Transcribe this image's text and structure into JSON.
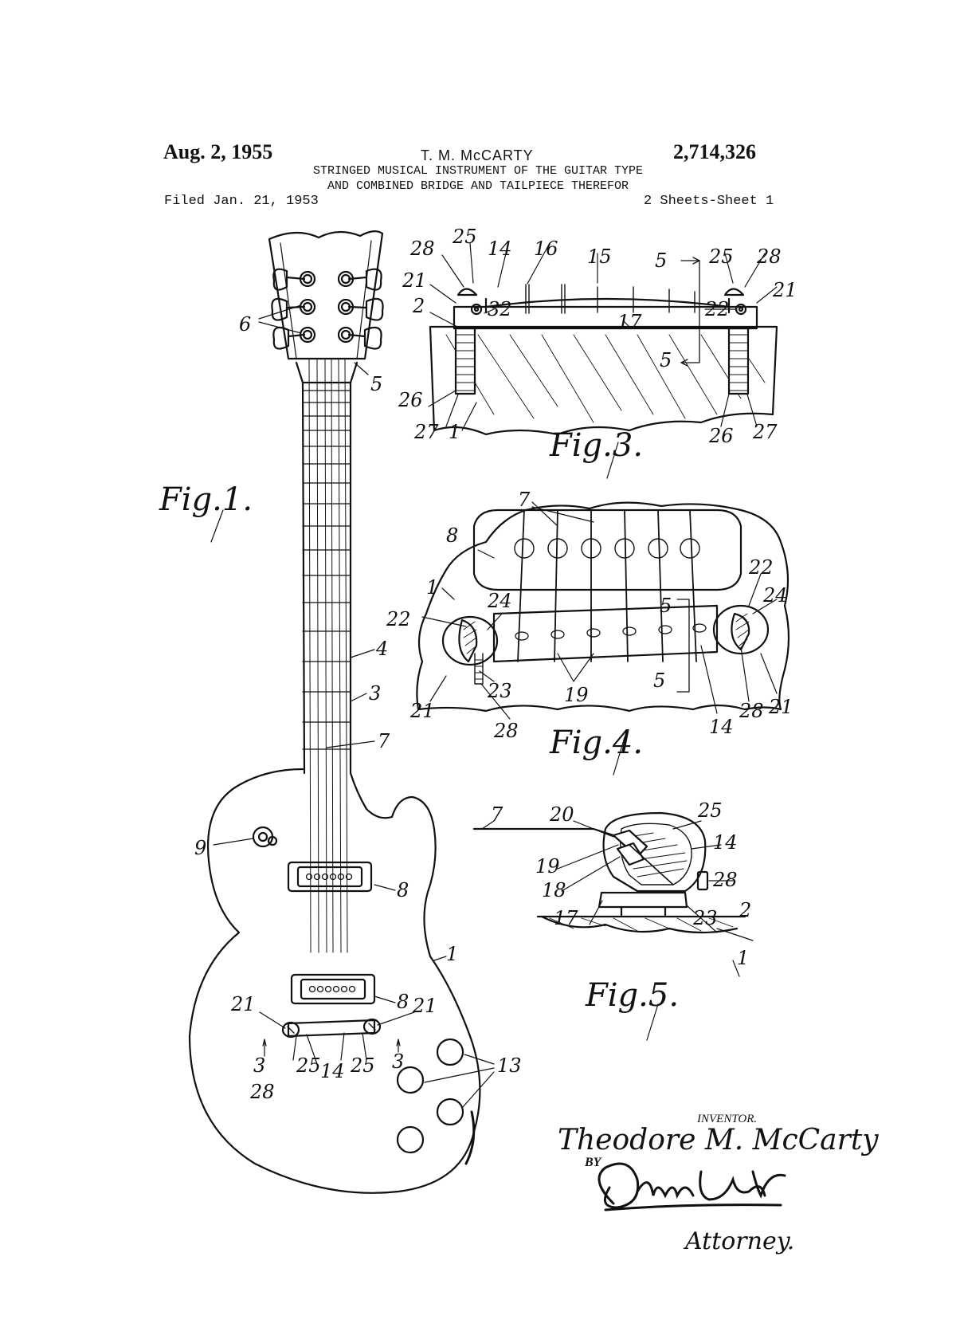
{
  "header": {
    "date": "Aug. 2, 1955",
    "inventor": "T. M. McCARTY",
    "patent_number": "2,714,326",
    "title_line1": "STRINGED MUSICAL INSTRUMENT OF THE GUITAR TYPE",
    "title_line2": "AND COMBINED BRIDGE AND TAILPIECE THEREFOR",
    "filed": "Filed Jan. 21, 1953",
    "sheets": "2 Sheets-Sheet 1"
  },
  "figures": {
    "fig1": "Fig.1.",
    "fig3": "Fig.3.",
    "fig4": "Fig.4.",
    "fig5": "Fig.5."
  },
  "fig1_refs": [
    "6",
    "5",
    "4",
    "3",
    "7",
    "9",
    "8",
    "8",
    "1",
    "21",
    "21",
    "3",
    "3",
    "25",
    "14",
    "25",
    "28",
    "13"
  ],
  "fig3_refs": [
    "28",
    "25",
    "14",
    "16",
    "15",
    "5",
    "25",
    "28",
    "21",
    "32",
    "22",
    "21",
    "2",
    "17",
    "5",
    "26",
    "27",
    "1",
    "26",
    "27"
  ],
  "fig4_refs": [
    "7",
    "8",
    "1",
    "22",
    "24",
    "22",
    "24",
    "5",
    "23",
    "19",
    "21",
    "28",
    "5",
    "14",
    "28",
    "21"
  ],
  "fig5_refs": [
    "7",
    "20",
    "25",
    "14",
    "19",
    "18",
    "28",
    "17",
    "23",
    "2",
    "1"
  ],
  "signature": {
    "inventor_label": "INVENTOR.",
    "inventor_name": "Theodore M. McCarty",
    "by": "BY",
    "attorney_label": "Attorney."
  },
  "icons": [
    "guitar-drawing",
    "bridge-section-drawing",
    "bridge-top-drawing",
    "saddle-section-drawing",
    "attorney-signature-icon"
  ]
}
